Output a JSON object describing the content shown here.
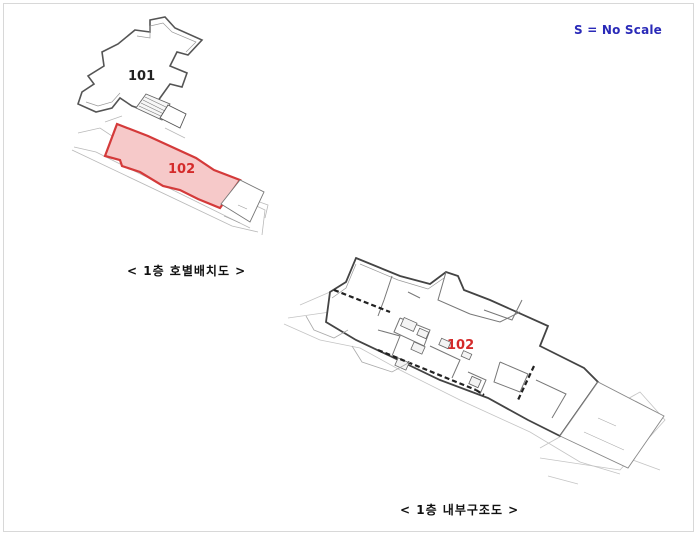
{
  "scale_note": "S = No Scale",
  "top_plan": {
    "caption": "< 1층 호별배치도 >",
    "unit_101": "101",
    "unit_102": "102"
  },
  "bottom_plan": {
    "caption": "< 1층 내부구조도 >",
    "unit_102": "102"
  },
  "colors": {
    "highlight_fill": "#f6c9c9",
    "highlight_stroke": "#d43a3a",
    "unit_label_red": "#d42a2a",
    "scale_blue": "#2a2ab8"
  }
}
